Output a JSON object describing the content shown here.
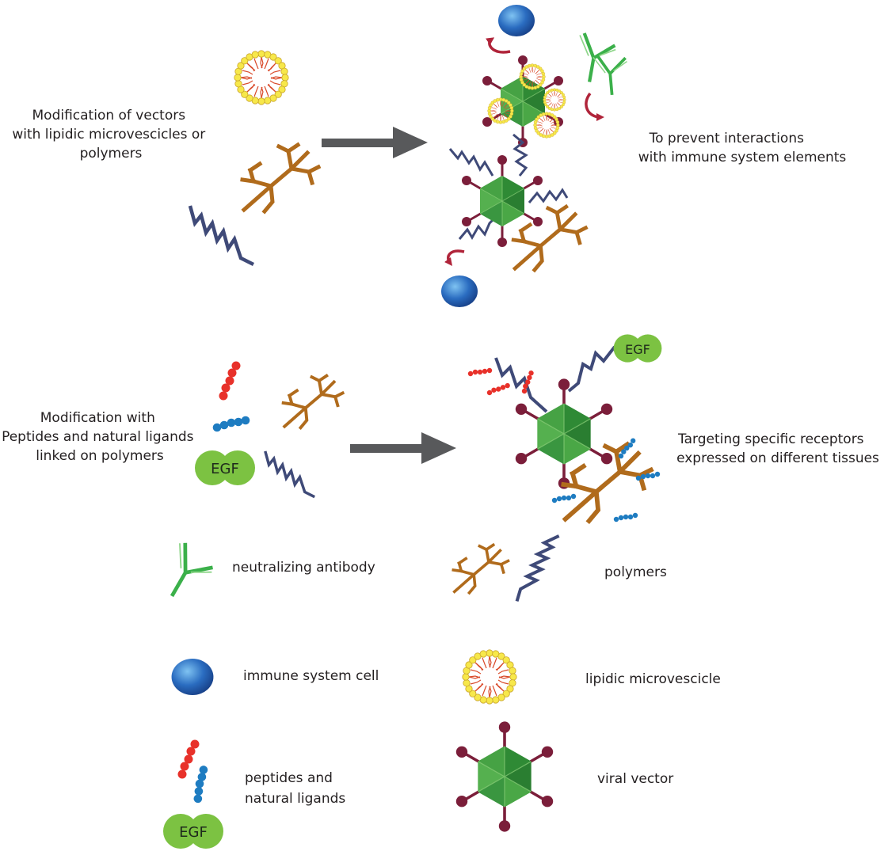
{
  "top_section": {
    "left_text": [
      "Modification of vectors",
      "with lipidic microvescicles or",
      "polymers"
    ],
    "right_text": [
      "To prevent interactions",
      "with immune system elements"
    ]
  },
  "middle_section": {
    "left_text": [
      "Modification with",
      "Peptides and natural ligands",
      "linked on polymers"
    ],
    "right_text": [
      "Targeting specific receptors",
      "expressed on different tissues"
    ],
    "egf_label": "EGF",
    "egf_label_target": "EGF"
  },
  "legend": {
    "antibody": "neutralizing antibody",
    "polymers": "polymers",
    "immune_cell": "immune system cell",
    "microvesicle": "lipidic microvescicle",
    "peptides": [
      "peptides and",
      "natural ligands"
    ],
    "viral_vector": "viral vector",
    "egf": "EGF"
  },
  "colors": {
    "arrow": "#58595b",
    "vector_green": "#3c9a3c",
    "vector_spike": "#7b1e3a",
    "polymer_orange": "#b06b1c",
    "polymer_blue": "#3f4a78",
    "antibody_green": "#3bb04a",
    "immune_blue": "#1f5fb0",
    "lipid_yellow": "#f5e642",
    "peptide_red": "#e8312a",
    "peptide_blue": "#1e7cc1",
    "egf_green": "#7cc242",
    "curve_arrow": "#b0243a"
  }
}
